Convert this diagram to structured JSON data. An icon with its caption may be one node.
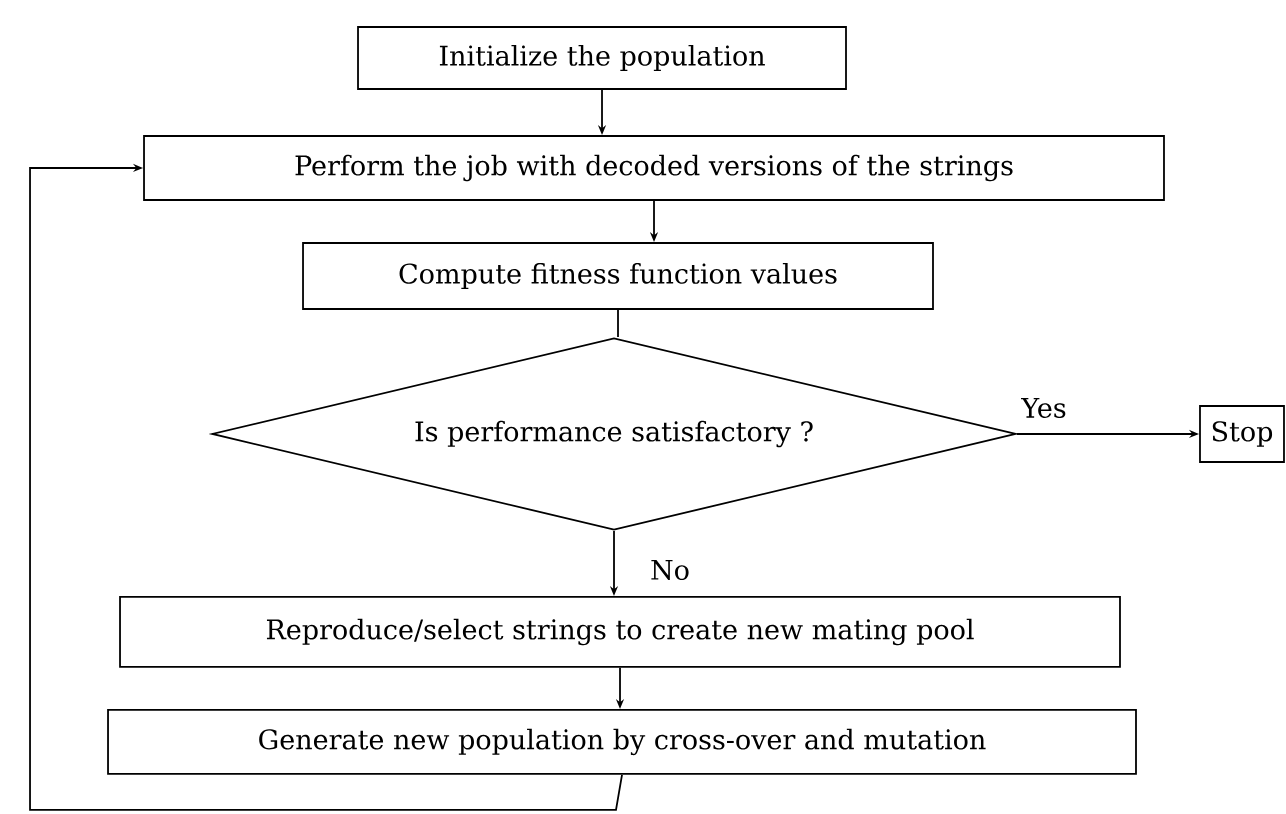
{
  "diagram": {
    "nodes": [
      {
        "text": [
          "Initialize the population"
        ]
      },
      {
        "text": [
          "Perform the job with decoded versions of the strings"
        ]
      },
      {
        "text": [
          "Compute fitness function values"
        ]
      },
      {
        "text": [
          "Is performance satisfactory ?"
        ]
      },
      {
        "text": [
          "Stop"
        ]
      },
      {
        "text": [
          "Reproduce/select strings to create new mating pool"
        ]
      },
      {
        "text": [
          "Generate new population by cross-over and mutation"
        ]
      }
    ],
    "edges": [
      {
        "from": 0,
        "to": 1,
        "arrow": "to"
      },
      {
        "from": 1,
        "to": 2,
        "arrow": "to"
      },
      {
        "from": 2,
        "to": 3,
        "arrow": "none"
      },
      {
        "from": 3,
        "to": 4,
        "arrow": "to",
        "label": "Yes"
      },
      {
        "from": 3,
        "to": 5,
        "arrow": "to",
        "label": "No"
      },
      {
        "from": 5,
        "to": 6,
        "arrow": "to"
      },
      {
        "from": 6,
        "to": 1,
        "arrow": "to"
      }
    ]
  }
}
